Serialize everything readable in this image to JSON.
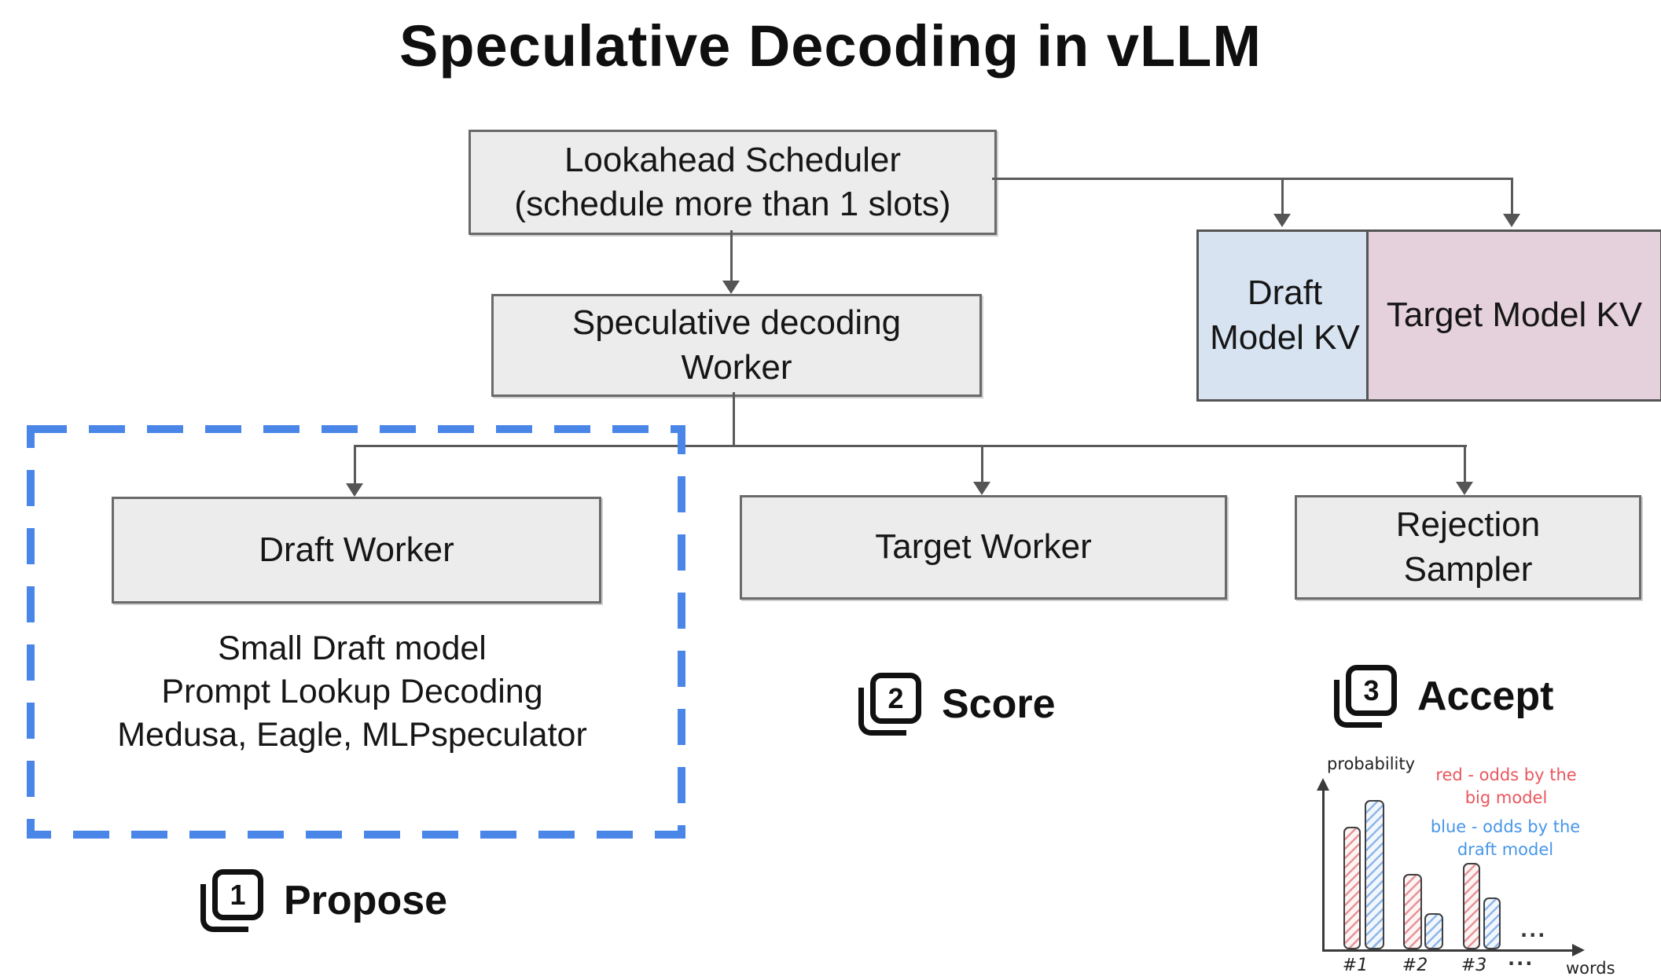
{
  "title": "Speculative Decoding in vLLM",
  "colors": {
    "box_fill": "#ececec",
    "box_border": "#6a6a6a",
    "draft_kv_fill": "#d7e3f1",
    "target_kv_fill": "#e5d1db",
    "dashed_outline": "#4a86e8",
    "connector": "#5a5a5a",
    "annotation_red": "#e8575e",
    "annotation_blue": "#4896e8"
  },
  "nodes": {
    "scheduler": {
      "line1": "Lookahead Scheduler",
      "line2": "(schedule more than 1 slots)"
    },
    "spec_worker": {
      "line1": "Speculative decoding",
      "line2": "Worker"
    },
    "draft_kv": "Draft Model KV",
    "target_kv": "Target Model KV",
    "draft_worker": "Draft Worker",
    "draft_methods": [
      "Small Draft model",
      "Prompt Lookup Decoding",
      "Medusa, Eagle, MLPspeculator"
    ],
    "target_worker": "Target Worker",
    "rejection_sampler": {
      "line1": "Rejection",
      "line2": "Sampler"
    }
  },
  "steps": [
    {
      "number": "1",
      "label": "Propose"
    },
    {
      "number": "2",
      "label": "Score"
    },
    {
      "number": "3",
      "label": "Accept"
    }
  ],
  "chart_data": {
    "type": "bar",
    "title": "",
    "ylabel": "probability",
    "xlabel": "words",
    "categories": [
      "#1",
      "#2",
      "#3"
    ],
    "series": [
      {
        "name": "red - odds by the big model",
        "color": "#e8575e",
        "values": [
          0.78,
          0.48,
          0.55
        ]
      },
      {
        "name": "blue - odds by the draft model",
        "color": "#4896e8",
        "values": [
          0.95,
          0.23,
          0.33
        ]
      }
    ],
    "ylim": [
      0,
      1
    ],
    "grid": false,
    "legend_position": "top-right",
    "ellipsis": "..."
  }
}
